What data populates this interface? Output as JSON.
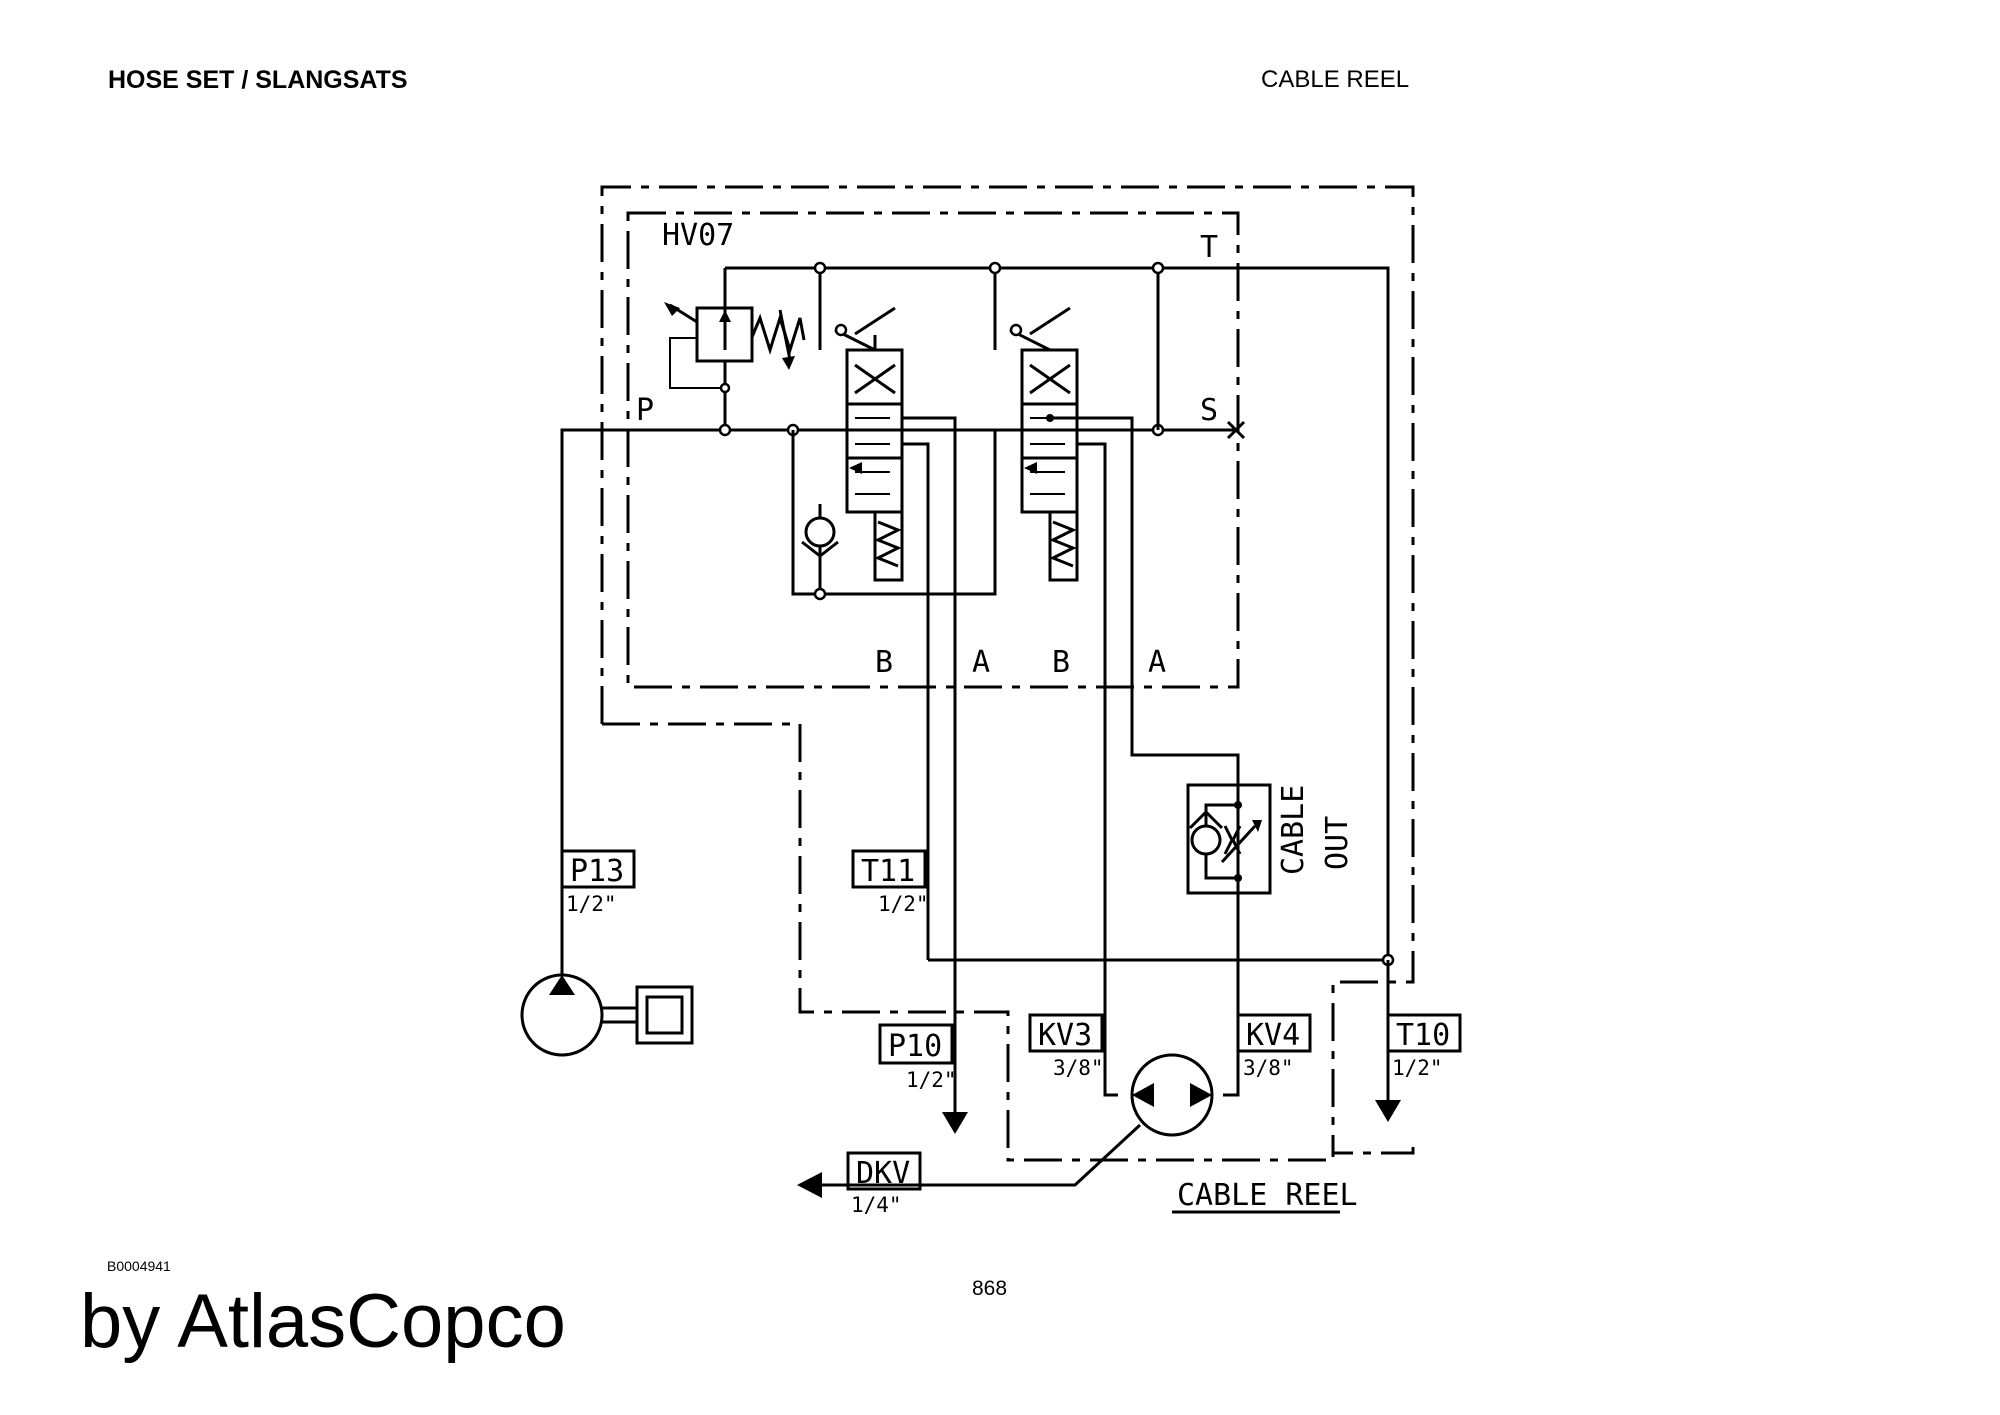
{
  "header": {
    "left_title": "HOSE SET / SLANGSATS",
    "right_title": "CABLE REEL"
  },
  "footer": {
    "doc_code": "B0004941",
    "page_number": "868",
    "brand": "by AtlasCopco"
  },
  "diagram": {
    "valve_block": "HV07",
    "ports": {
      "p": "P",
      "t": "T",
      "s": "S",
      "b1": "B",
      "a1": "A",
      "b2": "B",
      "a2": "A"
    },
    "connectors": {
      "p13": {
        "name": "P13",
        "size": "1/2\""
      },
      "t11": {
        "name": "T11",
        "size": "1/2\""
      },
      "p10": {
        "name": "P10",
        "size": "1/2\""
      },
      "kv3": {
        "name": "KV3",
        "size": "3/8\""
      },
      "kv4": {
        "name": "KV4",
        "size": "3/8\""
      },
      "t10": {
        "name": "T10",
        "size": "1/2\""
      },
      "dkv": {
        "name": "DKV",
        "size": "1/4\""
      }
    },
    "cable_out": {
      "line1": "CABLE",
      "line2": "OUT"
    },
    "cable_reel_label": "CABLE REEL"
  }
}
